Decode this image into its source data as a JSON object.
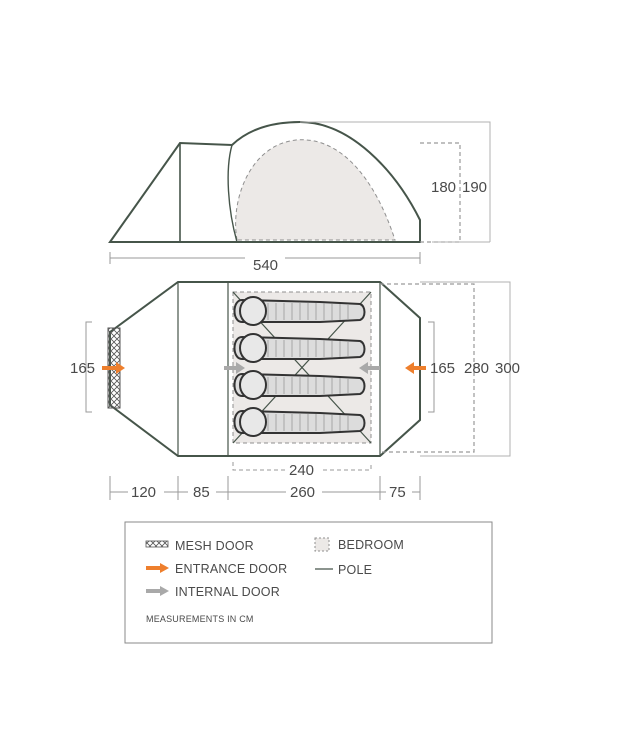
{
  "side_view": {
    "height_inner": "180",
    "height_outer": "190"
  },
  "top_view": {
    "total_length": "540",
    "width_inner": "165",
    "width_left": "165",
    "width_mid": "280",
    "width_outer": "300",
    "bedroom_width": "240",
    "seg_porch": "120",
    "seg_living": "85",
    "seg_bedroom": "260",
    "seg_rear": "75"
  },
  "legend": {
    "mesh_door": "MESH DOOR",
    "entrance_door": "ENTRANCE DOOR",
    "internal_door": "INTERNAL DOOR",
    "bedroom": "BEDROOM",
    "pole": "POLE",
    "note": "MEASUREMENTS IN CM"
  },
  "colors": {
    "outline": "#4a5a4e",
    "bedroom_fill": "#ece9e7",
    "entrance_arrow": "#ee7f2d",
    "internal_arrow": "#a9a9a9",
    "dim_line": "#9a9a9a"
  }
}
